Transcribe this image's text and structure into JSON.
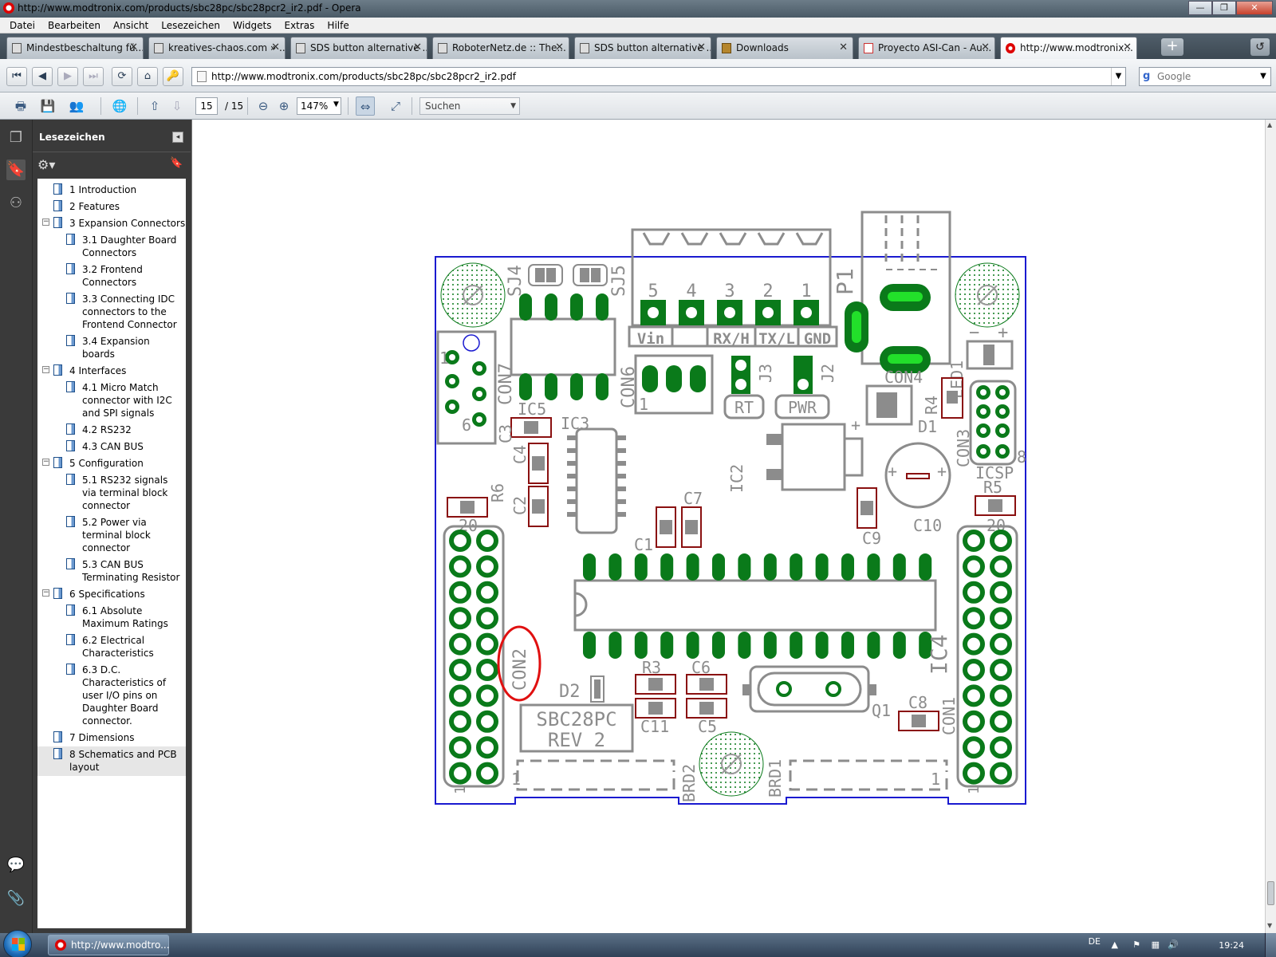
{
  "window": {
    "title": "http://www.modtronix.com/products/sbc28pc/sbc28pcr2_ir2.pdf - Opera"
  },
  "menu": [
    "Datei",
    "Bearbeiten",
    "Ansicht",
    "Lesezeichen",
    "Widgets",
    "Extras",
    "Hilfe"
  ],
  "tabs": [
    {
      "label": "Mindestbeschaltung fü...",
      "icon": "page-icon"
    },
    {
      "label": "kreatives-chaos.com » ...",
      "icon": "page-icon"
    },
    {
      "label": "SDS button alternative ...",
      "icon": "page-icon"
    },
    {
      "label": "RoboterNetz.de :: The...",
      "icon": "page-icon"
    },
    {
      "label": "SDS button alternative ...",
      "icon": "page-icon"
    },
    {
      "label": "Downloads",
      "icon": "downloads-icon"
    },
    {
      "label": "Proyecto ASI-Can - Au...",
      "icon": "asi-icon"
    },
    {
      "label": "http://www.modtronix...",
      "icon": "opera-icon",
      "active": true
    }
  ],
  "address": {
    "url": "http://www.modtronix.com/products/sbc28pc/sbc28pcr2_ir2.pdf",
    "search_placeholder": "Google"
  },
  "pdf": {
    "page_current": "15",
    "page_total": "/ 15",
    "zoom": "147%",
    "search_placeholder": "Suchen"
  },
  "bookmarks": {
    "header": "Lesezeichen",
    "items": [
      {
        "label": "1 Introduction",
        "level": 1,
        "toggle": ""
      },
      {
        "label": "2 Features",
        "level": 1,
        "toggle": ""
      },
      {
        "label": "3 Expansion Connectors",
        "level": 1,
        "toggle": "−"
      },
      {
        "label": "3.1 Daughter Board Connectors",
        "level": 2,
        "toggle": ""
      },
      {
        "label": "3.2 Frontend Connectors",
        "level": 2,
        "toggle": ""
      },
      {
        "label": "3.3 Connecting IDC connectors to the Frontend Connector",
        "level": 2,
        "toggle": ""
      },
      {
        "label": "3.4 Expansion boards",
        "level": 2,
        "toggle": ""
      },
      {
        "label": "4 Interfaces",
        "level": 1,
        "toggle": "−"
      },
      {
        "label": "4.1 Micro Match connector with I2C and SPI signals",
        "level": 2,
        "toggle": ""
      },
      {
        "label": "4.2 RS232",
        "level": 2,
        "toggle": ""
      },
      {
        "label": "4.3 CAN BUS",
        "level": 2,
        "toggle": ""
      },
      {
        "label": "5 Configuration",
        "level": 1,
        "toggle": "−"
      },
      {
        "label": "5.1 RS232 signals via terminal block connector",
        "level": 2,
        "toggle": ""
      },
      {
        "label": "5.2 Power via terminal block connector",
        "level": 2,
        "toggle": ""
      },
      {
        "label": "5.3 CAN BUS Terminating Resistor",
        "level": 2,
        "toggle": ""
      },
      {
        "label": "6 Specifications",
        "level": 1,
        "toggle": "−"
      },
      {
        "label": "6.1 Absolute Maximum Ratings",
        "level": 2,
        "toggle": ""
      },
      {
        "label": "6.2 Electrical Characteristics",
        "level": 2,
        "toggle": ""
      },
      {
        "label": "6.3 D.C. Characteristics of user I/O pins on Daughter Board connector.",
        "level": 2,
        "toggle": ""
      },
      {
        "label": "7 Dimensions",
        "level": 1,
        "toggle": ""
      },
      {
        "label": "8 Schematics and PCB layout",
        "level": 1,
        "toggle": "",
        "selected": true
      }
    ]
  },
  "pcb": {
    "silk": {
      "sj4": "SJ4",
      "sj5": "SJ5",
      "p1": "P1",
      "con7": "CON7",
      "con6": "CON6",
      "con4": "CON4",
      "con3": "CON3",
      "icsp": "ICSP",
      "led1": "LED1",
      "r4": "R4",
      "d1": "D1",
      "ic5": "IC5",
      "ic3": "IC3",
      "ic2": "IC2",
      "c3": "C3",
      "c4": "C4",
      "c2": "C2",
      "r6": "R6",
      "c7": "C7",
      "c1": "C1",
      "c9": "C9",
      "c10": "C10",
      "r5": "R5",
      "con2": "CON2",
      "ic4": "IC4",
      "r3": "R3",
      "c6": "C6",
      "d2": "D2",
      "c11": "C11",
      "c5": "C5",
      "q1": "Q1",
      "c8": "C8",
      "con1": "CON1",
      "brd2": "BRD2",
      "brd1": "BRD1",
      "board": "SBC28PC",
      "rev": "REV 2",
      "vin": "Vin",
      "rxh": "RX/H",
      "txl": "TX/L",
      "gnd": "GND",
      "rt": "RT",
      "pwr": "PWR",
      "j3": "J3",
      "j2": "J2",
      "n1": "1",
      "n2": "2",
      "n3": "3",
      "n4": "4",
      "n5": "5",
      "n6": "6",
      "n8": "8",
      "n20": "20",
      "plus": "+",
      "minus": "−"
    },
    "colors": {
      "silk": "#8c8c8c",
      "pad": "#0a7a1a",
      "highlight": "#22e02a",
      "outline": "#1a1ad0",
      "smd": "#8a1010",
      "annotation": "#e01010"
    }
  },
  "taskbar": {
    "item": "http://www.modtro...",
    "lang": "DE",
    "clock": "19:24"
  }
}
